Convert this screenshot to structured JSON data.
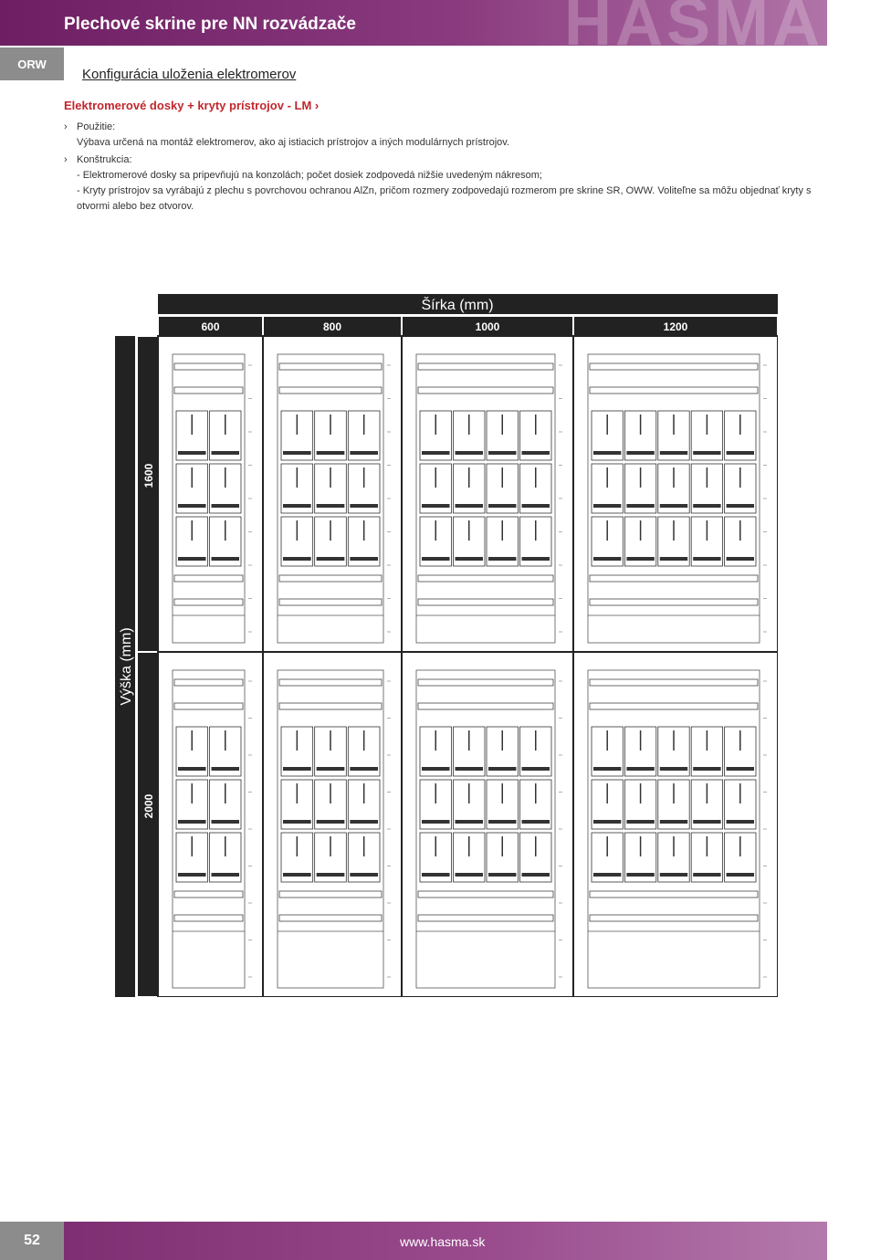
{
  "header": {
    "title": "Plechové skrine pre NN rozvádzače",
    "watermark": "HASMA"
  },
  "side_tab": "ORW",
  "section_title": "Konfigurácia uloženia elektromerov",
  "subtitle": "Elektromerové dosky + kryty prístrojov - LM  ›",
  "bullets": [
    {
      "mark": "›",
      "label": "Použitie:",
      "lines": [
        "Výbava určená na montáž elektromerov, ako aj istiacich prístrojov a iných modulárnych prístrojov."
      ]
    },
    {
      "mark": "›",
      "label": "Konštrukcia:",
      "lines": [
        "- Elektromerové dosky sa pripevňujú na konzolách; počet dosiek zodpovedá nižšie uvedeným nákresom;",
        "- Kryty prístrojov sa vyrábajú z plechu s povrchovou ochranou AlZn, pričom rozmery zodpovedajú rozmerom pre skrine SR, OWW. Voliteľne sa môžu objednať kryty s otvormi alebo bez otvorov."
      ]
    }
  ],
  "table": {
    "width_label": "Šírka (mm)",
    "height_label": "Výška (mm)",
    "widths": [
      "600",
      "800",
      "1000",
      "1200"
    ],
    "heights": [
      "1600",
      "2000"
    ],
    "meter_columns": [
      2,
      3,
      4,
      5
    ]
  },
  "footer": {
    "page": "52",
    "url": "www.hasma.sk"
  }
}
